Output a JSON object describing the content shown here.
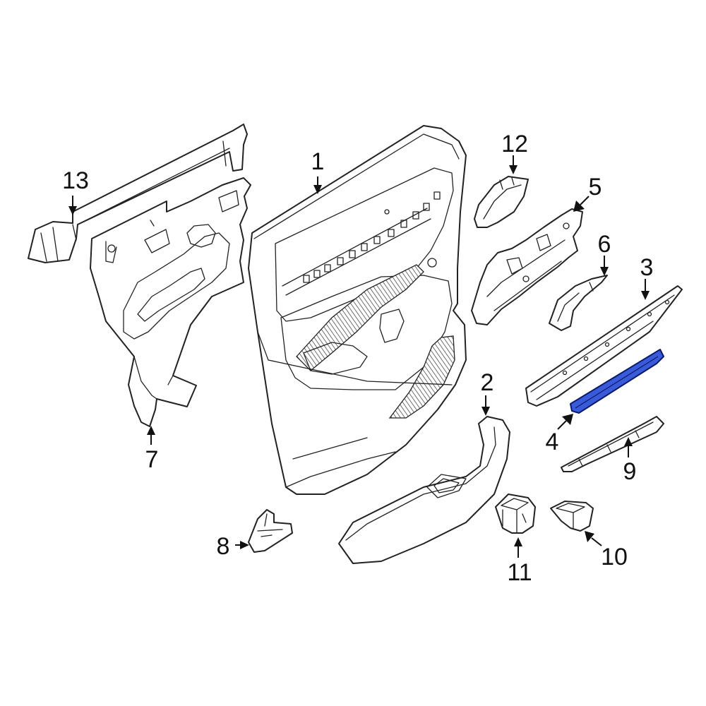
{
  "diagram": {
    "highlight_color": "#3a5bd9",
    "line_color": "#222222",
    "callouts": [
      {
        "id": "c1",
        "label": "1"
      },
      {
        "id": "c2",
        "label": "2"
      },
      {
        "id": "c3",
        "label": "3"
      },
      {
        "id": "c4",
        "label": "4"
      },
      {
        "id": "c5",
        "label": "5"
      },
      {
        "id": "c6",
        "label": "6"
      },
      {
        "id": "c7",
        "label": "7"
      },
      {
        "id": "c8",
        "label": "8"
      },
      {
        "id": "c9",
        "label": "9"
      },
      {
        "id": "c10",
        "label": "10"
      },
      {
        "id": "c11",
        "label": "11"
      },
      {
        "id": "c12",
        "label": "12"
      },
      {
        "id": "c13",
        "label": "13"
      }
    ],
    "highlighted_callout": "4"
  }
}
